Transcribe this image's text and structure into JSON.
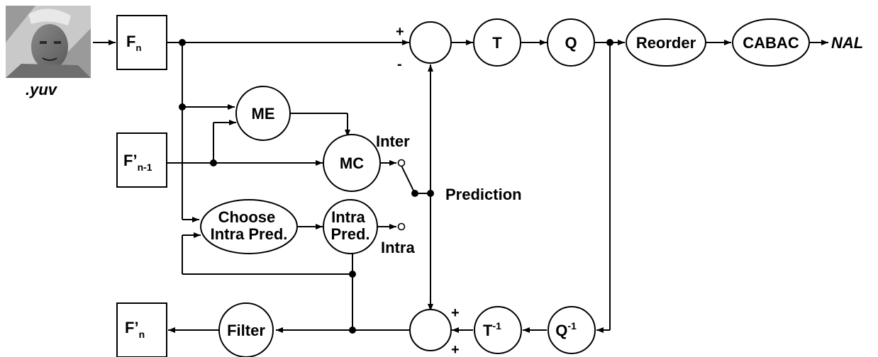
{
  "blocks": {
    "fn": {
      "main": "F",
      "sub": "n"
    },
    "fprev": {
      "main": "F’",
      "sub": "n-1"
    },
    "frec": {
      "main": "F’",
      "sub": "n"
    },
    "t": "T",
    "q": "Q",
    "reorder": "Reorder",
    "cabac": "CABAC",
    "me": "ME",
    "mc": "MC",
    "choose_intra": [
      "Choose",
      "Intra Pred."
    ],
    "intra_pred": [
      "Intra",
      "Pred."
    ],
    "filter": "Filter",
    "tinv": {
      "main": "T",
      "sup": "-1"
    },
    "qinv": {
      "main": "Q",
      "sup": "-1"
    }
  },
  "labels": {
    "input": ".yuv",
    "output": "NAL",
    "inter": "Inter",
    "intra": "Intra",
    "prediction": "Prediction",
    "plus_top": "+",
    "minus_top": "-",
    "plus_bottom_1": "+",
    "plus_bottom_2": "+"
  }
}
